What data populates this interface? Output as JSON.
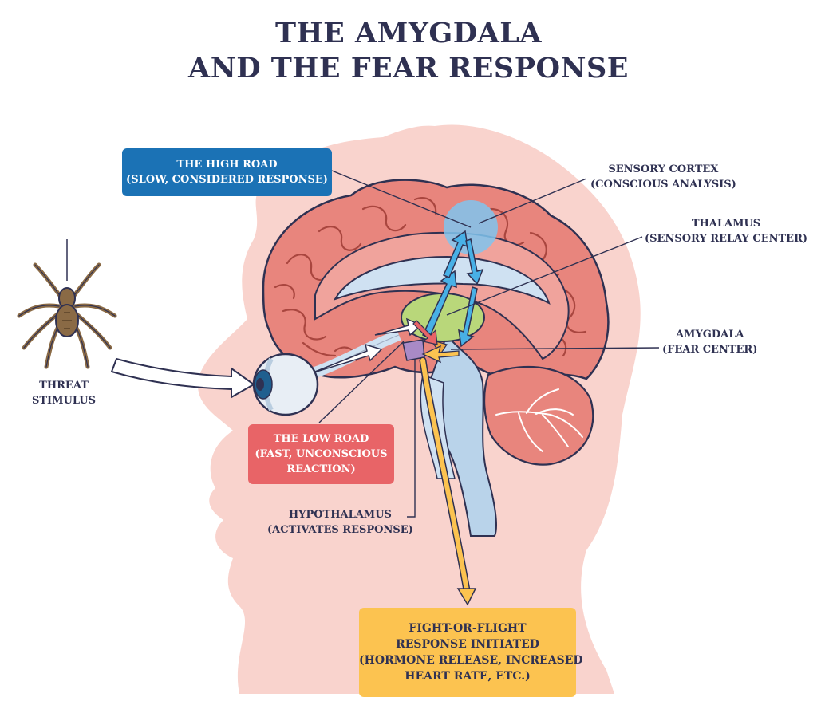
{
  "title": {
    "line1": "THE AMYGDALA",
    "line2": "AND THE FEAR RESPONSE"
  },
  "colors": {
    "title": "#2f3152",
    "high_road": "#1b72b5",
    "low_road": "#e86467",
    "fight_or_flight": "#fcc350",
    "head": "#f9d3cd",
    "cortex": "#e8857d",
    "thalamus": "#b9d77a",
    "hypothalamus": "#a98ac6"
  },
  "labels": {
    "threat": [
      "THREAT",
      "STIMULUS"
    ],
    "sensory_cortex": [
      "SENSORY CORTEX",
      "(CONSCIOUS ANALYSIS)"
    ],
    "thalamus": [
      "THALAMUS",
      "(SENSORY RELAY CENTER)"
    ],
    "amygdala": [
      "AMYGDALA",
      "(FEAR CENTER)"
    ],
    "hypothalamus": [
      "HYPOTHALAMUS",
      "(ACTIVATES RESPONSE)"
    ]
  },
  "boxes": {
    "high_road": [
      "THE HIGH ROAD",
      "(SLOW, CONSIDERED RESPONSE)"
    ],
    "low_road": [
      "THE LOW ROAD",
      "(FAST, UNCONSCIOUS",
      "REACTION)"
    ],
    "fight_or_flight": [
      "FIGHT-OR-FLIGHT",
      "RESPONSE INITIATED",
      "(HORMONE RELEASE, INCREASED",
      "HEART RATE, ETC.)"
    ]
  },
  "icons": {
    "spider": "spider-icon",
    "eye": "eye-icon",
    "brain": "brain-illustration"
  }
}
